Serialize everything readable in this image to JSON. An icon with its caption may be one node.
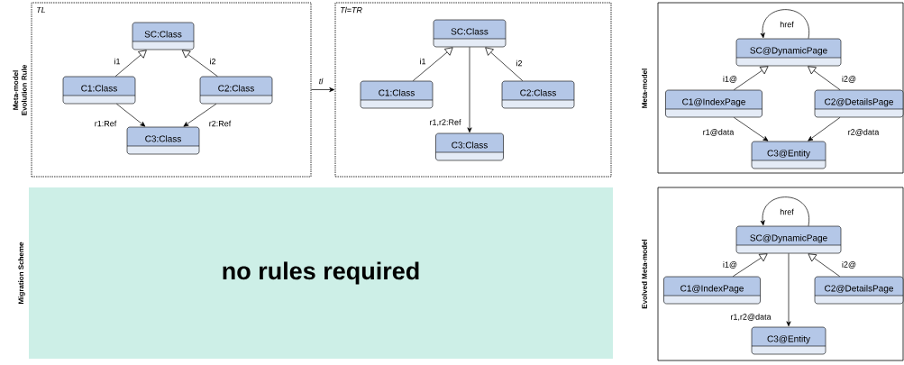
{
  "diagram": {
    "nodes": [
      {
        "text": [
          "TL"
        ]
      },
      {
        "text": [
          "SC:Class"
        ],
        "in": 0
      },
      {
        "text": [
          "C1:Class"
        ],
        "in": 0
      },
      {
        "text": [
          "C2:Class"
        ],
        "in": 0
      },
      {
        "text": [
          "C3:Class"
        ],
        "in": 0
      },
      {
        "text": [
          "Tl=TR"
        ]
      },
      {
        "text": [
          "SC:Class"
        ],
        "in": 5
      },
      {
        "text": [
          "C1:Class"
        ],
        "in": 5
      },
      {
        "text": [
          "C2:Class"
        ],
        "in": 5
      },
      {
        "text": [
          "C3:Class"
        ],
        "in": 5
      },
      {
        "text": [
          "Meta-model"
        ]
      },
      {
        "text": [
          "SC@DynamicPage"
        ],
        "in": 10
      },
      {
        "text": [
          "C1@IndexPage"
        ],
        "in": 10
      },
      {
        "text": [
          "C2@DetailsPage"
        ],
        "in": 10
      },
      {
        "text": [
          "C3@Entity"
        ],
        "in": 10
      },
      {
        "text": [
          "Evolved Meta-model"
        ]
      },
      {
        "text": [
          "SC@DynamicPage"
        ],
        "in": 15
      },
      {
        "text": [
          "C1@IndexPage"
        ],
        "in": 15
      },
      {
        "text": [
          "C2@DetailsPage"
        ],
        "in": 15
      },
      {
        "text": [
          "C3@Entity"
        ],
        "in": 15
      },
      {
        "text": [
          "Migration Scheme",
          "no rules required"
        ]
      }
    ],
    "edges": [
      {
        "from": 2,
        "to": 1,
        "arrow": "to",
        "label": "i1"
      },
      {
        "from": 3,
        "to": 1,
        "arrow": "to",
        "label": "i2"
      },
      {
        "from": 2,
        "to": 4,
        "arrow": "to",
        "label": "r1:Ref"
      },
      {
        "from": 3,
        "to": 4,
        "arrow": "to",
        "label": "r2:Ref"
      },
      {
        "from": 0,
        "to": 5,
        "arrow": "to",
        "label": "tl"
      },
      {
        "from": 7,
        "to": 6,
        "arrow": "to",
        "label": "i1"
      },
      {
        "from": 8,
        "to": 6,
        "arrow": "to",
        "label": "i2"
      },
      {
        "from": 6,
        "to": 9,
        "arrow": "to",
        "label": "r1,r2:Ref"
      },
      {
        "from": 11,
        "to": 11,
        "arrow": "to",
        "label": "href"
      },
      {
        "from": 12,
        "to": 11,
        "arrow": "to",
        "label": "i1@"
      },
      {
        "from": 13,
        "to": 11,
        "arrow": "to",
        "label": "i2@"
      },
      {
        "from": 12,
        "to": 14,
        "arrow": "to",
        "label": "r1@data"
      },
      {
        "from": 13,
        "to": 14,
        "arrow": "to",
        "label": "r2@data"
      },
      {
        "from": 16,
        "to": 16,
        "arrow": "to",
        "label": "href"
      },
      {
        "from": 17,
        "to": 16,
        "arrow": "to",
        "label": "i1@"
      },
      {
        "from": 18,
        "to": 16,
        "arrow": "to",
        "label": "i2@"
      },
      {
        "from": 16,
        "to": 19,
        "arrow": "to",
        "label": "r1,r2@data"
      }
    ],
    "labels": [
      "Meta-model Evolution Rule"
    ]
  }
}
